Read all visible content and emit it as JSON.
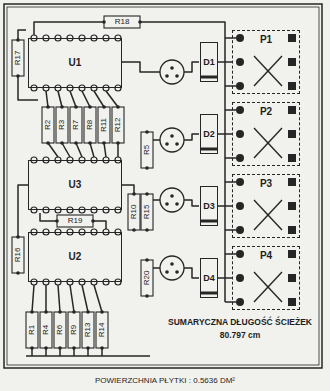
{
  "diagram": {
    "nodes": [
      {
        "text": [
          "U1"
        ]
      },
      {
        "text": [
          "D1"
        ]
      },
      {
        "text": [
          "P1"
        ]
      },
      {
        "text": [
          "D2"
        ]
      },
      {
        "text": [
          "P2"
        ]
      },
      {
        "text": [
          "U3"
        ]
      },
      {
        "text": [
          "D3"
        ]
      },
      {
        "text": [
          "P3"
        ]
      },
      {
        "text": [
          "U2"
        ]
      },
      {
        "text": [
          "D4"
        ]
      },
      {
        "text": [
          "P4"
        ]
      }
    ],
    "edges": [
      {
        "from": 1,
        "to": 2,
        "arrow": "none"
      },
      {
        "from": 3,
        "to": 4,
        "arrow": "none"
      },
      {
        "from": 6,
        "to": 7,
        "arrow": "none"
      },
      {
        "from": 9,
        "to": 10,
        "arrow": "none"
      }
    ],
    "labels": [
      "R18",
      "R17",
      "R2",
      "R3",
      "R7",
      "R8",
      "R11",
      "R12",
      "R5",
      "R15",
      "R10",
      "R19",
      "R20",
      "R16",
      "R1",
      "R4",
      "R6",
      "R9",
      "R13",
      "R14",
      "SUMARYCZNA DŁUGOŚĆ ŚCIEŻEK",
      "80.797 cm",
      "POWIERZCHNIA PŁYTKI : 0.5636 DM²"
    ]
  }
}
